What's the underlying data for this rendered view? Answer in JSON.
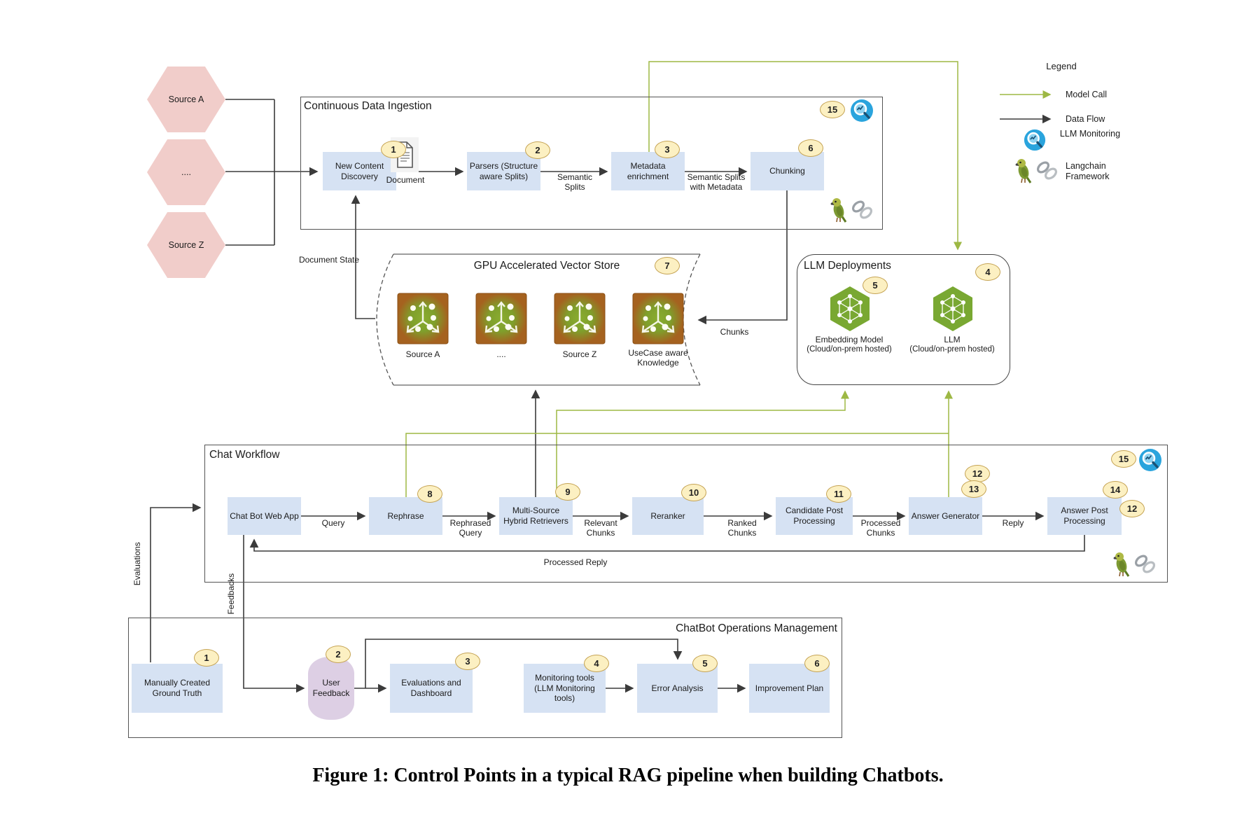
{
  "colors": {
    "accent_green": "#9db844",
    "box_blue": "#d6e2f3",
    "badge_fill": "#fcf0c2",
    "badge_border": "#c5a353",
    "source_pink": "#f1cdca",
    "feedback_purple": "#ddcfe4",
    "monitor_blue": "#2aa4dd",
    "llm_green": "#79a832"
  },
  "caption": "Figure 1: Control Points in a typical RAG pipeline when building Chatbots.",
  "legend": {
    "title": "Legend",
    "model_call": "Model Call",
    "data_flow": "Data Flow",
    "llm_monitoring": "LLM Monitoring",
    "langchain": "Langchain Framework"
  },
  "sources": {
    "a": "Source A",
    "mid": "....",
    "z": "Source Z"
  },
  "ingestion": {
    "title": "Continuous Data Ingestion",
    "new_content": "New Content Discovery",
    "badge_new_content": "1",
    "document": "Document",
    "parsers": "Parsers (Structure aware Splits)",
    "badge_parsers": "2",
    "semantic_splits": "Semantic Splits",
    "metadata": "Metadata enrichment",
    "badge_metadata": "3",
    "semantic_splits_meta": "Semantic Splits with Metadata",
    "chunking": "Chunking",
    "badge_chunking": "6",
    "badge_monitor": "15",
    "document_state": "Document State"
  },
  "vector_store": {
    "title": "GPU Accelerated Vector Store",
    "badge": "7",
    "labels": [
      "Source A",
      "....",
      "Source Z",
      "UseCase aware Knowledge"
    ],
    "chunks": "Chunks"
  },
  "llm": {
    "title": "LLM Deployments",
    "badge": "4",
    "embedding_badge": "5",
    "embedding": "Embedding Model",
    "embedding_sub": "(Cloud/on-prem hosted)",
    "model": "LLM",
    "model_sub": "(Cloud/on-prem hosted)"
  },
  "chat": {
    "title": "Chat Workflow",
    "badge_monitor": "15",
    "chatbot": "Chat Bot Web App",
    "query": "Query",
    "rephrase": "Rephrase",
    "badge_rephrase": "8",
    "rephrased_query": "Rephrased Query",
    "retrievers": "Multi-Source Hybrid Retrievers",
    "badge_retrievers": "9",
    "relevant_chunks": "Relevant Chunks",
    "reranker": "Reranker",
    "badge_reranker": "10",
    "ranked_chunks": "Ranked Chunks",
    "candidate": "Candidate Post Processing",
    "badge_candidate": "11",
    "processed_chunks": "Processed Chunks",
    "generator": "Answer Generator",
    "badge_generator_top": "12",
    "badge_generator": "13",
    "reply": "Reply",
    "post": "Answer Post Processing",
    "badge_post": "14",
    "badge_post_alt": "12",
    "processed_reply": "Processed Reply",
    "evaluations": "Evaluations",
    "feedbacks": "Feedbacks"
  },
  "ops": {
    "title": "ChatBot Operations Management",
    "ground_truth": "Manually Created Ground Truth",
    "badge_ground_truth": "1",
    "user_feedback": "User Feedback",
    "badge_user_feedback": "2",
    "evaluations": "Evaluations and Dashboard",
    "badge_evaluations": "3",
    "monitoring": "Monitoring tools (LLM Monitoring tools)",
    "badge_monitoring": "4",
    "error_analysis": "Error Analysis",
    "badge_error": "5",
    "improvement": "Improvement Plan",
    "badge_improvement": "6"
  }
}
